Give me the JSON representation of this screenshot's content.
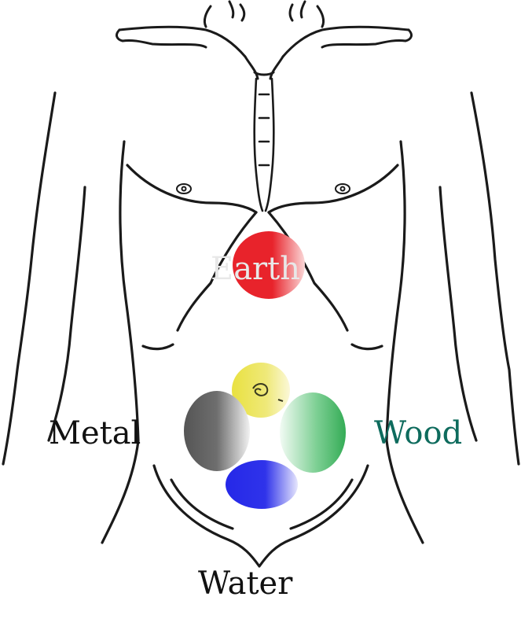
{
  "labels": {
    "earth": "Earth",
    "metal": "Metal",
    "wood": "Wood",
    "water": "Water"
  },
  "colors": {
    "earth_fill": "#e8232b",
    "yellow_fill": "#ece64a",
    "metal_fill": "#6c6c6c",
    "wood_fill": "#3fb35f",
    "water_fill": "#2a2ee6",
    "earth_text": "#e8e8e8",
    "metal_text": "#111111",
    "wood_text": "#0e6b5d",
    "water_text": "#111111",
    "outline": "#1a1a1a"
  }
}
